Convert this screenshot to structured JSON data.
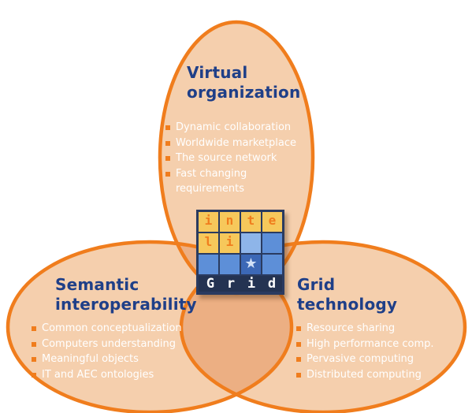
{
  "colors": {
    "ellipse_fill": "#f5cfad",
    "overlap_fill": "#ecaf83",
    "ellipse_stroke": "#f07d1d",
    "heading": "#1f3f88",
    "bullet_text": "#ffffff",
    "bullet_marker": "#f07d1d"
  },
  "virtual_organization": {
    "title_line1": "Virtual",
    "title_line2": "organization",
    "items": [
      "Dynamic collaboration",
      "Worldwide marketplace",
      "The source network",
      "Fast changing",
      "requirements"
    ]
  },
  "semantic_interoperability": {
    "title_line1": "Semantic",
    "title_line2": "interoperability",
    "items": [
      "Common conceptualization",
      "Computers understanding",
      "Meaningful objects",
      "IT and AEC ontologies"
    ]
  },
  "grid_technology": {
    "title_line1": "Grid",
    "title_line2": "technology",
    "items": [
      "Resource sharing",
      "High performance comp.",
      "Pervasive computing",
      "Distributed computing"
    ]
  },
  "logo": {
    "row1": [
      "i",
      "n",
      "t",
      "e"
    ],
    "row2": [
      "l",
      "i"
    ],
    "star": "★",
    "word": [
      "G",
      "r",
      "i",
      "d"
    ]
  }
}
